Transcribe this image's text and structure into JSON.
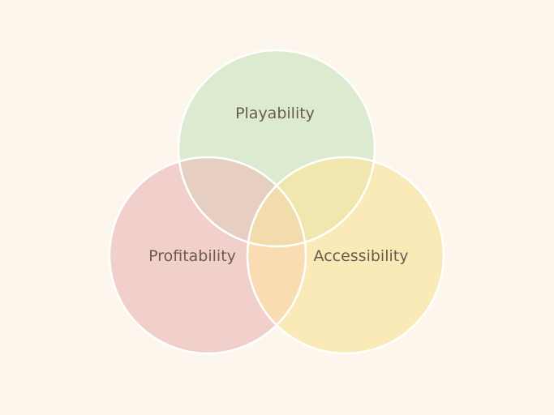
{
  "diagram": {
    "background_color": "#fdf6ec",
    "outline_color": "#ffffff",
    "circles": [
      {
        "id": "playability",
        "label": "Playability",
        "fill": "#dcebd0"
      },
      {
        "id": "profitability",
        "label": "Profitability",
        "fill": "#f1d0cc"
      },
      {
        "id": "accessibility",
        "label": "Accessibility",
        "fill": "#faeab8"
      }
    ]
  }
}
